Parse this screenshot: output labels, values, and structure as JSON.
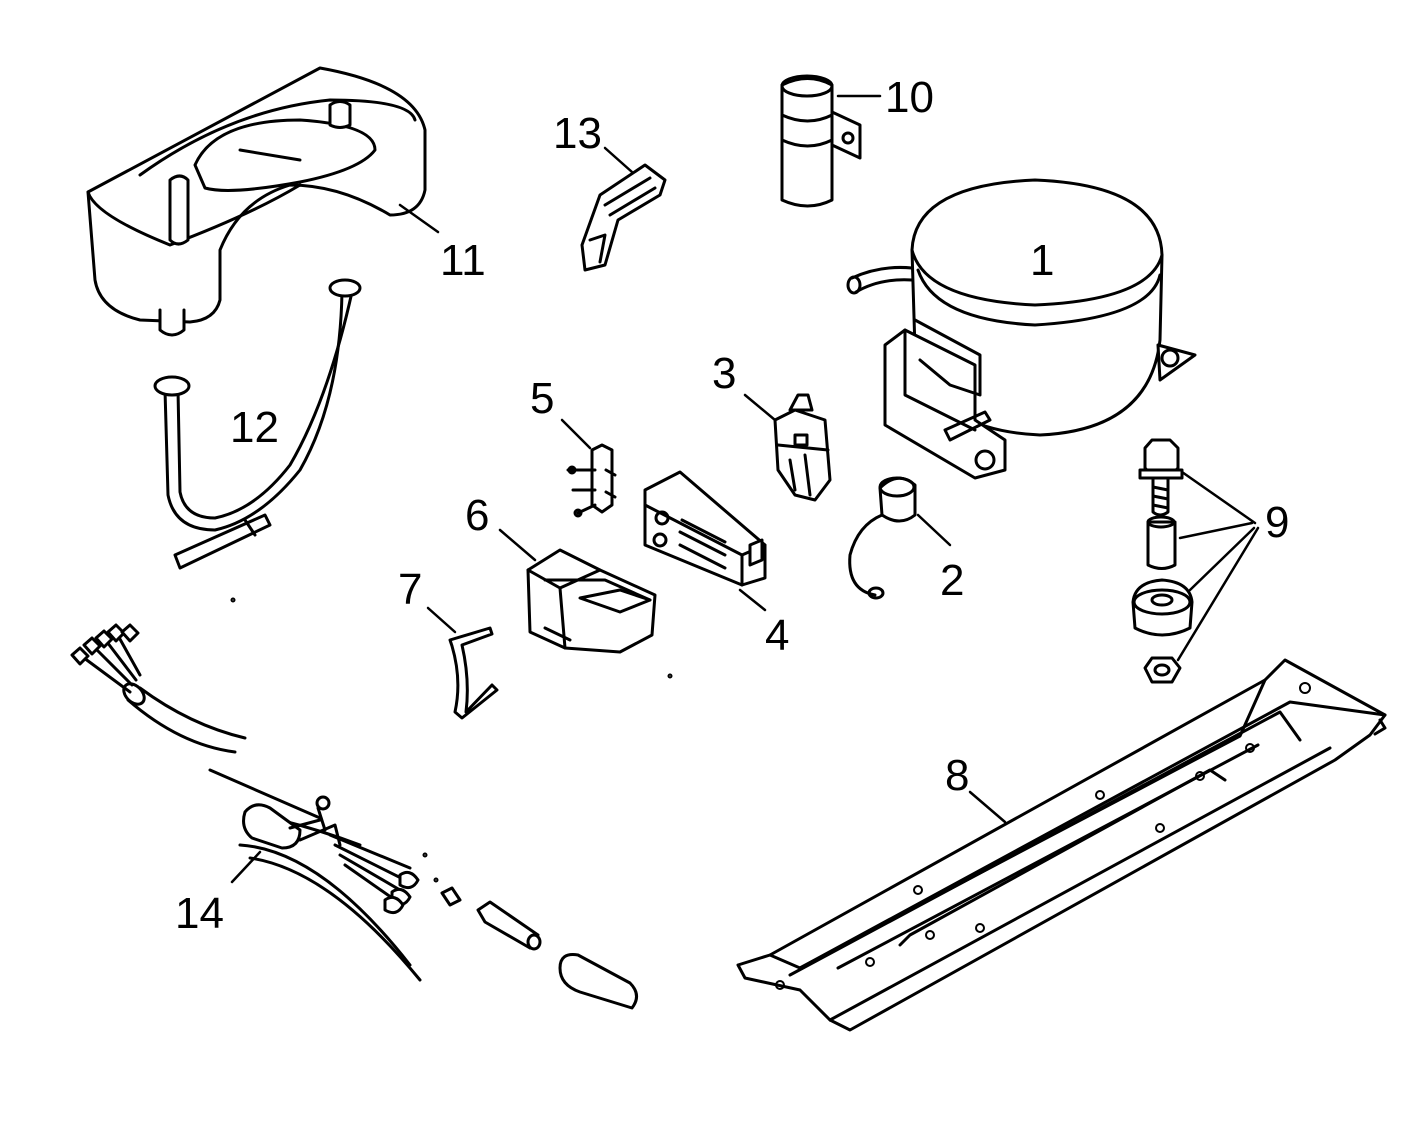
{
  "diagram": {
    "parts": [
      {
        "id": "1",
        "label": "1"
      },
      {
        "id": "2",
        "label": "2"
      },
      {
        "id": "3",
        "label": "3"
      },
      {
        "id": "4",
        "label": "4"
      },
      {
        "id": "5",
        "label": "5"
      },
      {
        "id": "6",
        "label": "6"
      },
      {
        "id": "7",
        "label": "7"
      },
      {
        "id": "8",
        "label": "8"
      },
      {
        "id": "9",
        "label": "9"
      },
      {
        "id": "10",
        "label": "10"
      },
      {
        "id": "11",
        "label": "11"
      },
      {
        "id": "12",
        "label": "12"
      },
      {
        "id": "13",
        "label": "13"
      },
      {
        "id": "14",
        "label": "14"
      }
    ],
    "colors": {
      "line": "#000000",
      "background": "#ffffff"
    }
  }
}
